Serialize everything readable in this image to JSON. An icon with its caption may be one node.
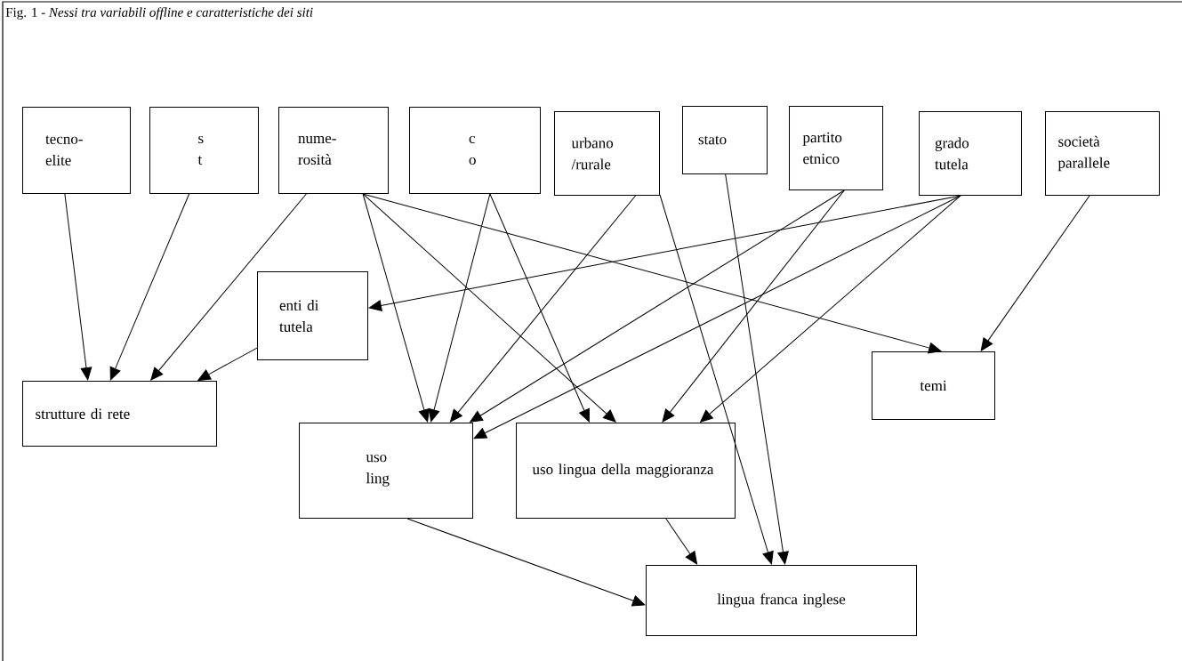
{
  "diagram": {
    "title": "Fig. 1 - *Nessi tra variabili offline e caratteristiche dei siti*",
    "nodes": [
      {
        "text": [
          "tecno-elite"
        ]
      },
      {
        "text": [
          "s t"
        ]
      },
      {
        "text": [
          "nume-rosità"
        ]
      },
      {
        "text": [
          "c o"
        ]
      },
      {
        "text": [
          "urbano /rurale"
        ]
      },
      {
        "text": [
          "stato"
        ]
      },
      {
        "text": [
          "partito etnico"
        ]
      },
      {
        "text": [
          "grado tutela"
        ]
      },
      {
        "text": [
          "società parallele"
        ]
      },
      {
        "text": [
          "enti di tutela"
        ]
      },
      {
        "text": [
          "strutture di rete"
        ]
      },
      {
        "text": [
          "temi"
        ]
      },
      {
        "text": [
          "uso ling"
        ]
      },
      {
        "text": [
          "uso lingua della maggioranza"
        ]
      },
      {
        "text": [
          "lingua franca inglese"
        ]
      }
    ],
    "edges": [
      {
        "from": 0,
        "to": 10,
        "arrow": "to"
      },
      {
        "from": 1,
        "to": 10,
        "arrow": "to"
      },
      {
        "from": 2,
        "to": 10,
        "arrow": "to"
      },
      {
        "from": 9,
        "to": 10,
        "arrow": "to"
      },
      {
        "from": 2,
        "to": 12,
        "arrow": "to"
      },
      {
        "from": 2,
        "to": 13,
        "arrow": "to"
      },
      {
        "from": 2,
        "to": 11,
        "arrow": "to"
      },
      {
        "from": 3,
        "to": 12,
        "arrow": "to"
      },
      {
        "from": 3,
        "to": 13,
        "arrow": "to"
      },
      {
        "from": 4,
        "to": 12,
        "arrow": "to"
      },
      {
        "from": 4,
        "to": 14,
        "arrow": "to"
      },
      {
        "from": 5,
        "to": 14,
        "arrow": "to"
      },
      {
        "from": 6,
        "to": 12,
        "arrow": "to"
      },
      {
        "from": 6,
        "to": 13,
        "arrow": "to"
      },
      {
        "from": 7,
        "to": 9,
        "arrow": "to"
      },
      {
        "from": 7,
        "to": 12,
        "arrow": "to"
      },
      {
        "from": 7,
        "to": 13,
        "arrow": "to"
      },
      {
        "from": 8,
        "to": 11,
        "arrow": "to"
      },
      {
        "from": 12,
        "to": 14,
        "arrow": "to"
      },
      {
        "from": 13,
        "to": 14,
        "arrow": "to"
      }
    ]
  }
}
